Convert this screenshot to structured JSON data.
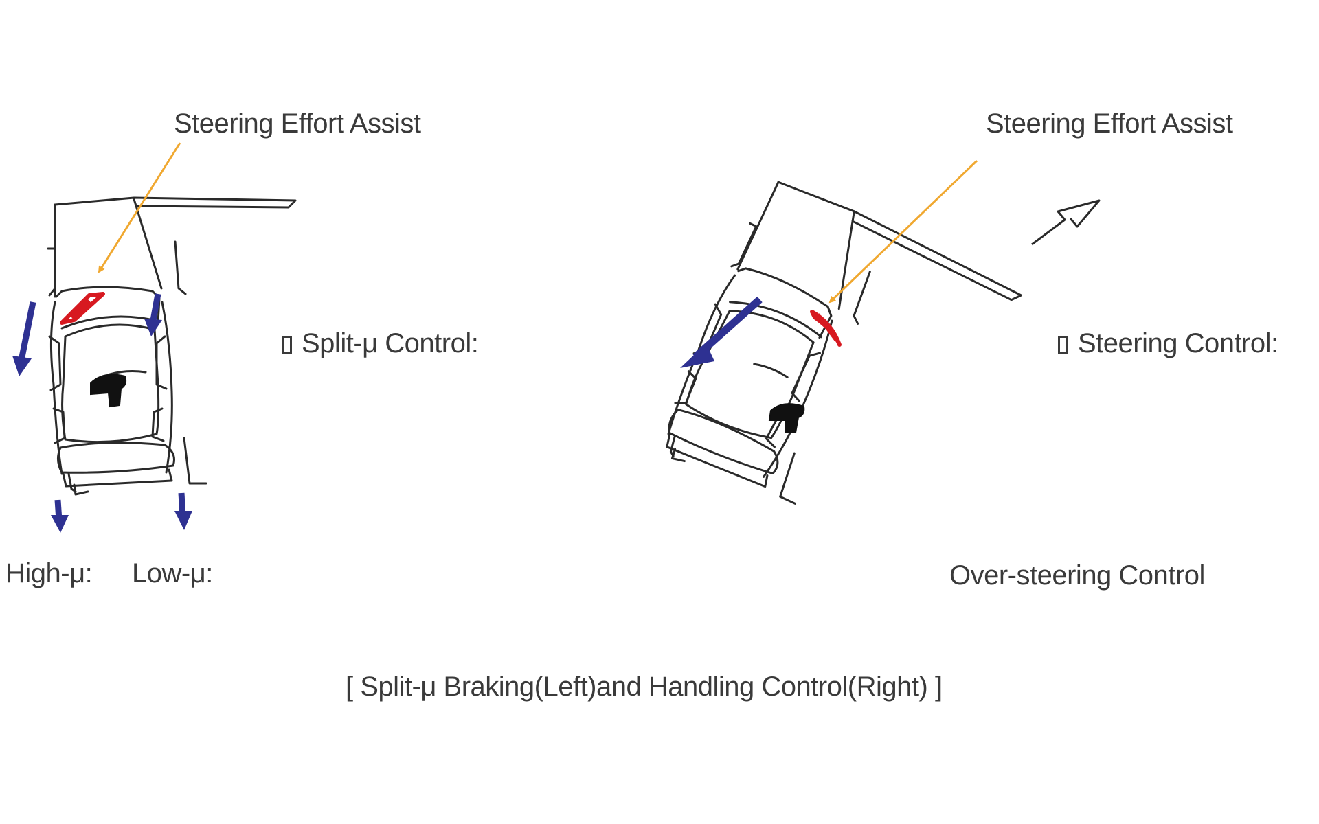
{
  "left_panel": {
    "callout": "Steering Effort Assist",
    "control_label": "Split-μ Control:",
    "high_mu_label": "High-μ:",
    "low_mu_label": "Low-μ:"
  },
  "right_panel": {
    "callout": "Steering Effort Assist",
    "control_label": "Steering Control:",
    "mode_label": "Over-steering Control"
  },
  "caption": "[ Split-μ Braking(Left)and Handling Control(Right) ]",
  "colors": {
    "line": "#2a2a2a",
    "callout_arrow": "#f0a830",
    "force_arrow": "#2e3192",
    "steer_highlight": "#d71920",
    "text": "#3a3a3a"
  },
  "icons": {
    "control_marker": "hollow-square-icon",
    "force_arrow": "arrow-icon",
    "callout_arrow": "leader-arrow-icon"
  }
}
